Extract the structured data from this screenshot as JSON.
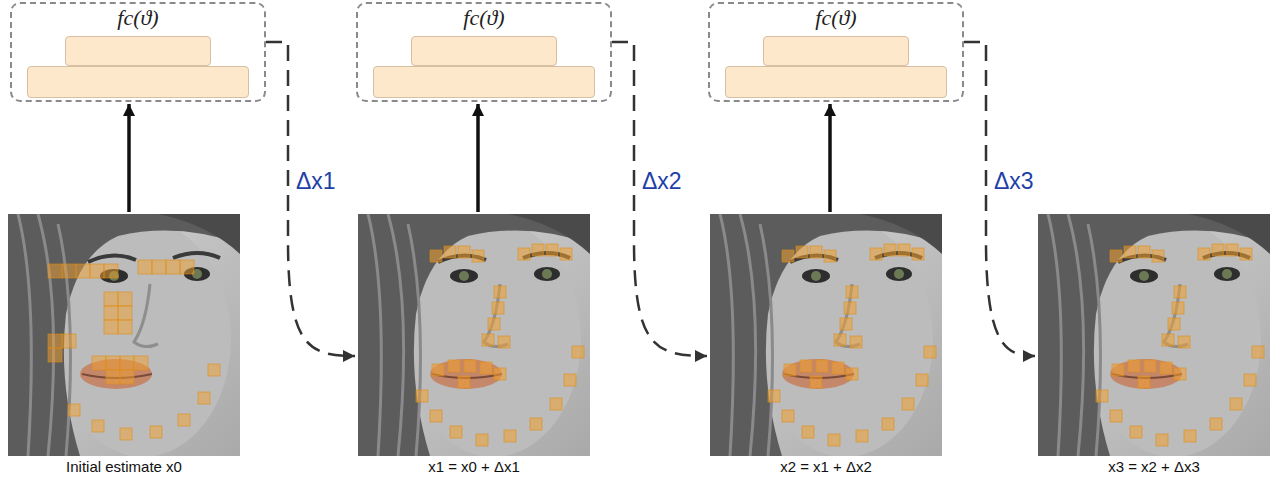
{
  "diagram": {
    "nodes": [
      {
        "text": [
          "fc(ϑ)"
        ]
      },
      {
        "text": [
          "fc(ϑ)"
        ]
      },
      {
        "text": [
          "fc(ϑ)"
        ]
      },
      {
        "text": [
          "Initial estimate x0"
        ]
      },
      {
        "text": [
          "x1 = x0 + Δx1"
        ]
      },
      {
        "text": [
          "x2 = x1 + Δx2"
        ]
      },
      {
        "text": [
          "x3 = x2 + Δx3"
        ]
      }
    ],
    "edges": [
      {
        "from": 3,
        "to": 0,
        "arrow": "to"
      },
      {
        "from": 0,
        "to": 4,
        "label": "Δx1",
        "arrow": "to"
      },
      {
        "from": 4,
        "to": 1,
        "arrow": "to"
      },
      {
        "from": 1,
        "to": 5,
        "label": "Δx2",
        "arrow": "to"
      },
      {
        "from": 5,
        "to": 2,
        "arrow": "to"
      },
      {
        "from": 2,
        "to": 6,
        "label": "Δx3",
        "arrow": "to"
      }
    ]
  }
}
